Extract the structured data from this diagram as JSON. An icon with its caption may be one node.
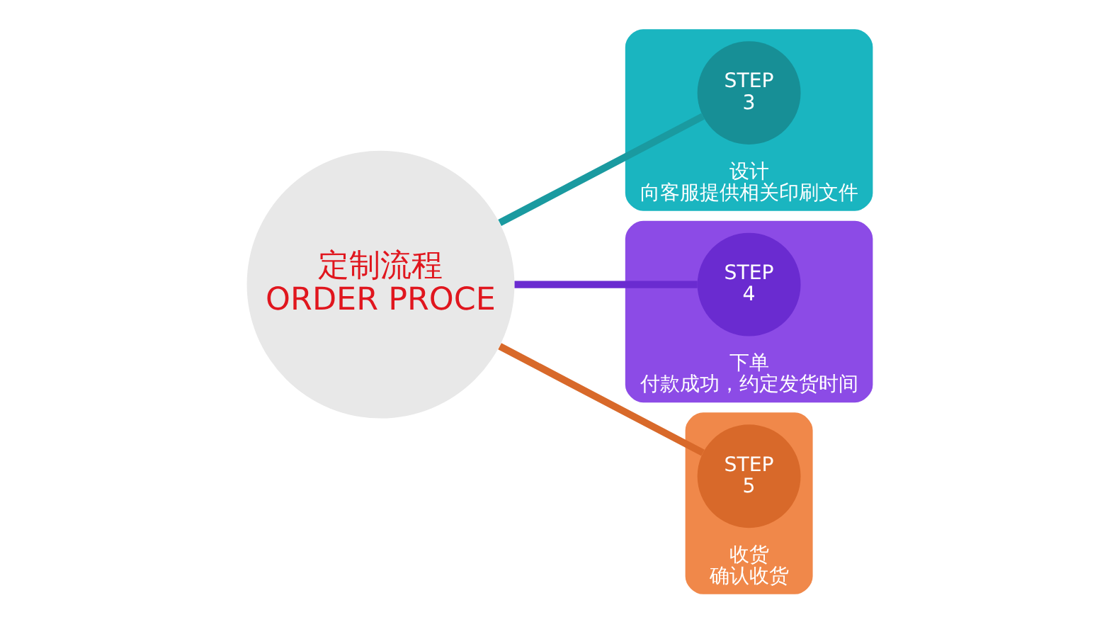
{
  "diagram": {
    "nodes": [
      {
        "text": [
          "定制流程",
          "ORDER PROCE"
        ]
      },
      {
        "text": [
          "设计",
          "向客服提供相关印刷文件"
        ]
      },
      {
        "text": [
          "STEP",
          "3"
        ],
        "in": 1
      },
      {
        "text": [
          "下单",
          "付款成功，约定发货时间"
        ]
      },
      {
        "text": [
          "STEP",
          "4"
        ],
        "in": 3
      },
      {
        "text": [
          "收货",
          "确认收货"
        ]
      },
      {
        "text": [
          "STEP",
          "5"
        ],
        "in": 5
      }
    ],
    "edges": [
      {
        "from": 0,
        "to": 2,
        "arrow": "none",
        "color": "#1a9aa0"
      },
      {
        "from": 0,
        "to": 4,
        "arrow": "none",
        "color": "#6a2bd0"
      },
      {
        "from": 0,
        "to": 6,
        "arrow": "none",
        "color": "#d8692a"
      }
    ]
  }
}
